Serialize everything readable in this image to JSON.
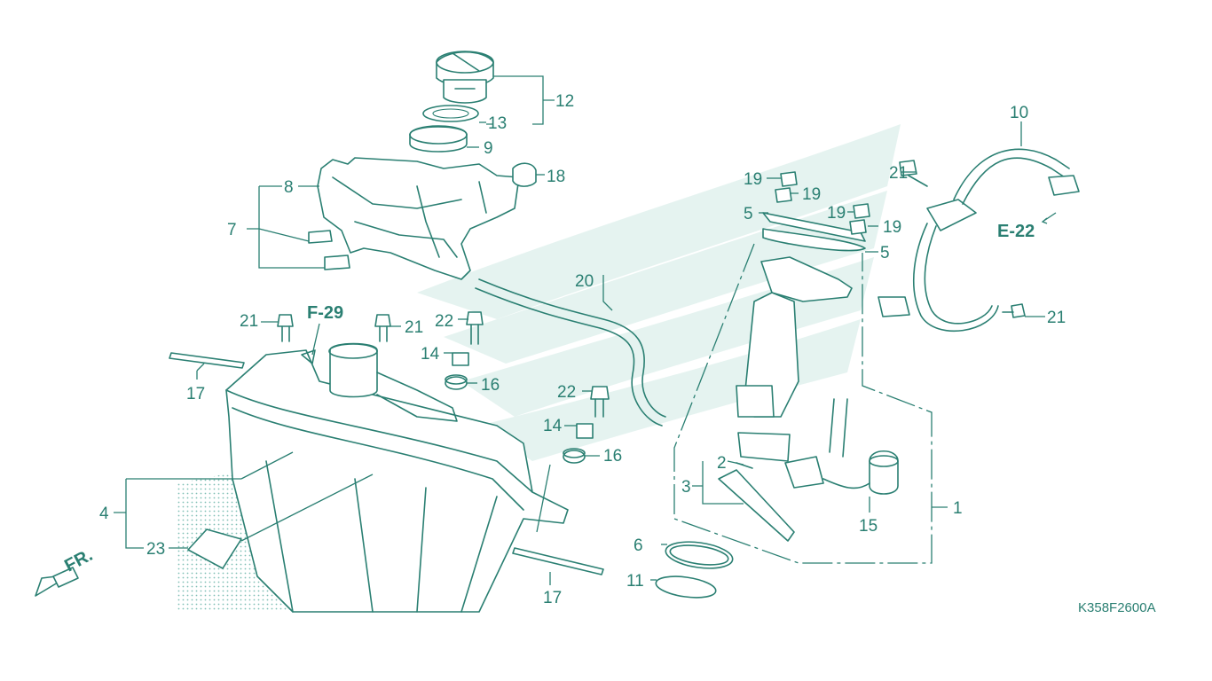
{
  "diagram_code": "K358F2600A",
  "front_marker": "FR.",
  "references": {
    "ref_f29": "F-29",
    "ref_e22": "E-22"
  },
  "callouts": {
    "c1": "1",
    "c2": "2",
    "c3": "3",
    "c4": "4",
    "c5a": "5",
    "c5b": "5",
    "c6": "6",
    "c7": "7",
    "c8": "8",
    "c9": "9",
    "c10": "10",
    "c11": "11",
    "c12": "12",
    "c13": "13",
    "c14a": "14",
    "c14b": "14",
    "c15": "15",
    "c16a": "16",
    "c16b": "16",
    "c17a": "17",
    "c17b": "17",
    "c18": "18",
    "c19a": "19",
    "c19b": "19",
    "c19c": "19",
    "c19d": "19",
    "c20": "20",
    "c21a": "21",
    "c21b": "21",
    "c21c": "21",
    "c21d": "21",
    "c22a": "22",
    "c22b": "22",
    "c23": "23"
  },
  "colors": {
    "line": "#2a7f72",
    "watermark": "#cfe9e4"
  }
}
